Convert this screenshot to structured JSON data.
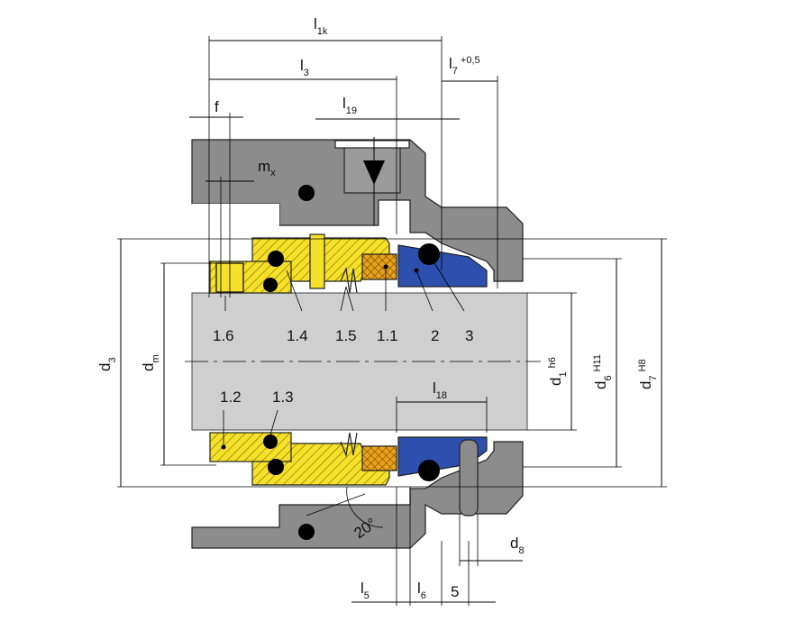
{
  "labels": {
    "l1k": "l",
    "l1k_sub": "1k",
    "l3": "l",
    "l3_sub": "3",
    "l7": "l",
    "l7_sub": "7",
    "l7_tol": "+0,5",
    "l19": "l",
    "l19_sub": "19",
    "f": "f",
    "mx": "m",
    "mx_sub": "x",
    "l18": "l",
    "l18_sub": "18",
    "l5": "l",
    "l5_sub": "5",
    "l6": "l",
    "l6_sub": "6",
    "five": "5",
    "d8": "d",
    "d8_sub": "8",
    "d3": "d",
    "d3_sub": "3",
    "dm": "d",
    "dm_sub": "m",
    "d1": "d",
    "d1_sub": "1",
    "d1_tol": "h6",
    "d6": "d",
    "d6_sub": "6",
    "d6_tol": "H11",
    "d7": "d",
    "d7_sub": "7",
    "d7_tol": "H8",
    "angle": "20°"
  },
  "parts": {
    "p16": "1.6",
    "p14": "1.4",
    "p15": "1.5",
    "p11": "1.1",
    "p2": "2",
    "p3": "3",
    "p12": "1.2",
    "p13": "1.3"
  },
  "colors": {
    "housing": "#8c8c8c",
    "shaft": "#cfcfcf",
    "rotating_ring": "#f5e02a",
    "seat": "#2d4fae",
    "seal_face": "#e8a21a",
    "oring": "#000000"
  }
}
